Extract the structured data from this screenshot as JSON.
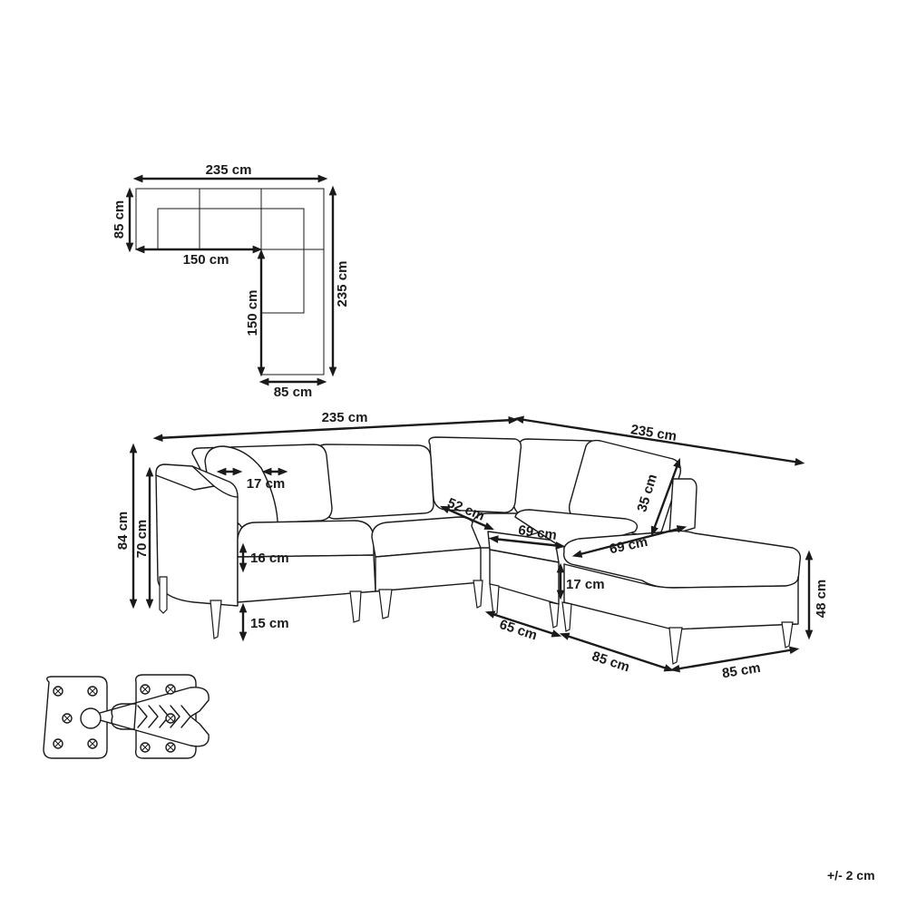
{
  "top_view": {
    "width_top": "235 cm",
    "depth_left": "85 cm",
    "inner_width": "150 cm",
    "height_right": "235 cm",
    "inner_height": "150 cm",
    "depth_bottom": "85 cm"
  },
  "sofa": {
    "total_left": "235 cm",
    "total_right": "235 cm",
    "height_total": "84 cm",
    "height_arm": "70 cm",
    "cushion_thickness": "17 cm",
    "corner_depth": "52 cm",
    "back_cushion_height": "35 cm",
    "seat_depth_a": "69 cm",
    "seat_depth_b": "69 cm",
    "seat_cushion": "16 cm",
    "leg_height": "15 cm",
    "ottoman_cushion": "17 cm",
    "ottoman_height": "48 cm",
    "module_a": "65 cm",
    "module_b": "85 cm",
    "module_c": "85 cm"
  },
  "footer": {
    "tolerance": "+/- 2 cm"
  }
}
